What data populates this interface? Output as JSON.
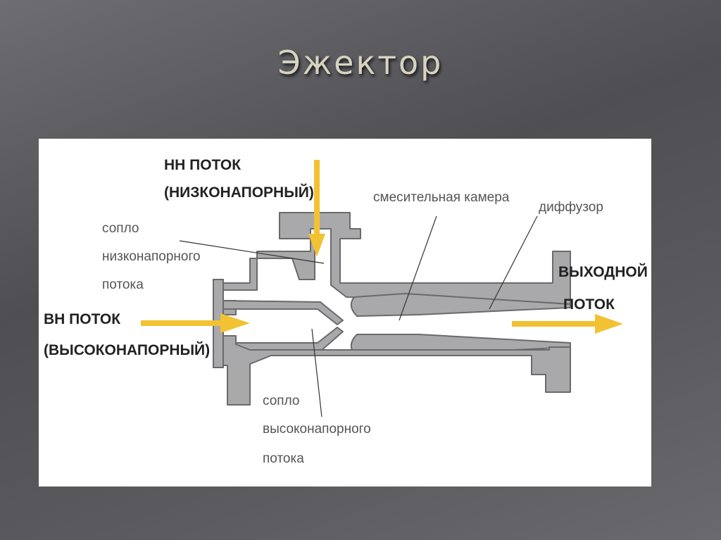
{
  "title": "Эжектор",
  "labels": {
    "nn_flow_1": "НН ПОТОК",
    "nn_flow_2": "(НИЗКОНАПОРНЫЙ)",
    "vn_flow_1": "ВН ПОТОК",
    "vn_flow_2": "(ВЫСОКОНАПОРНЫЙ)",
    "out_flow_1": "ВЫХОДНОЙ",
    "out_flow_2": "ПОТОК",
    "low_nozzle_1": "сопло",
    "low_nozzle_2": "низконапорного",
    "low_nozzle_3": "потока",
    "high_nozzle_1": "сопло",
    "high_nozzle_2": "высоконапорного",
    "high_nozzle_3": "потока",
    "mixing_chamber": "смесительная камера",
    "diffuser": "диффузор"
  },
  "colors": {
    "body_fill": "#a9a9ab",
    "outline": "#6a6a6a",
    "arrow": "#f2c233",
    "leader": "#333333"
  }
}
